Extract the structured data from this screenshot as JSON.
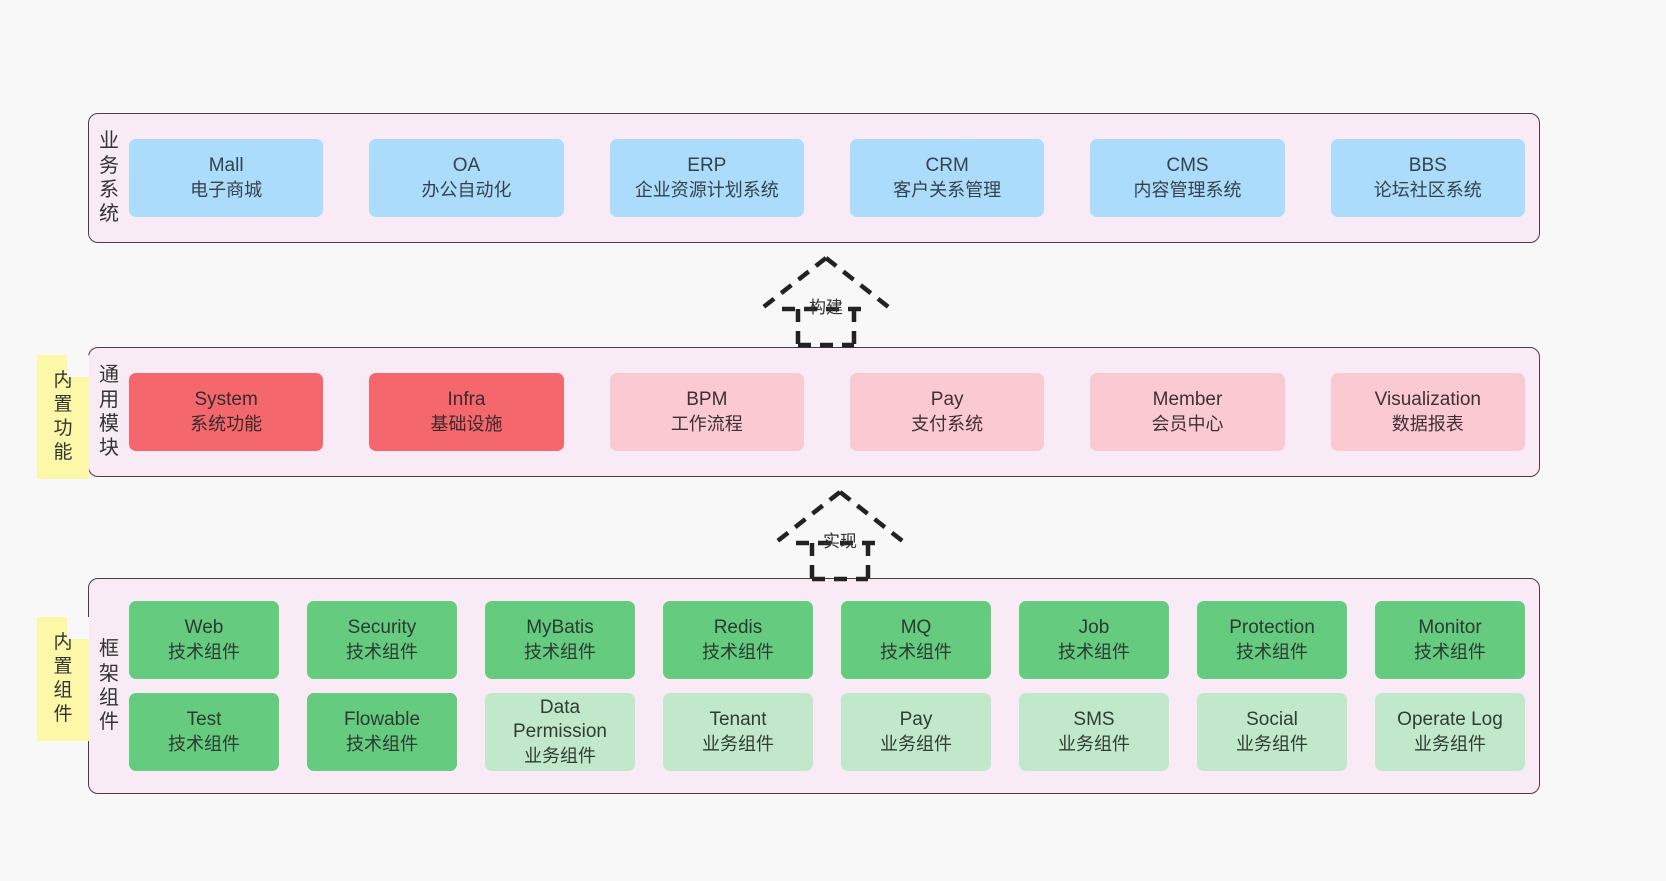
{
  "diagram": {
    "background": "#f8f8f8",
    "layer_bg": "#f9ebf6",
    "layer_border": "#4a3b44",
    "note_bg": "#fcf8a8",
    "colors": {
      "business": "#abdcfb",
      "module_core": "#f4676c",
      "module_opt": "#fbc9d2",
      "tech_component": "#65cb7f",
      "biz_component": "#c2e8cb"
    }
  },
  "layers": [
    {
      "id": "business-systems",
      "title": "业务系统",
      "note": null,
      "rows": [
        {
          "cards": [
            {
              "name": "Mall",
              "sub": "电子商城",
              "style": "c-blue"
            },
            {
              "name": "OA",
              "sub": "办公自动化",
              "style": "c-blue"
            },
            {
              "name": "ERP",
              "sub": "企业资源计划系统",
              "style": "c-blue"
            },
            {
              "name": "CRM",
              "sub": "客户关系管理",
              "style": "c-blue"
            },
            {
              "name": "CMS",
              "sub": "内容管理系统",
              "style": "c-blue"
            },
            {
              "name": "BBS",
              "sub": "论坛社区系统",
              "style": "c-blue"
            }
          ]
        }
      ]
    },
    {
      "id": "common-modules",
      "title": "通用模块",
      "note": "内置功能",
      "rows": [
        {
          "cards": [
            {
              "name": "System",
              "sub": "系统功能",
              "style": "c-red"
            },
            {
              "name": "Infra",
              "sub": "基础设施",
              "style": "c-red"
            },
            {
              "name": "BPM",
              "sub": "工作流程",
              "style": "c-pink"
            },
            {
              "name": "Pay",
              "sub": "支付系统",
              "style": "c-pink"
            },
            {
              "name": "Member",
              "sub": "会员中心",
              "style": "c-pink"
            },
            {
              "name": "Visualization",
              "sub": "数据报表",
              "style": "c-pink"
            }
          ]
        }
      ]
    },
    {
      "id": "framework-components",
      "title": "框架组件",
      "note": "内置组件",
      "rows": [
        {
          "cards": [
            {
              "name": "Web",
              "sub": "技术组件",
              "style": "c-green"
            },
            {
              "name": "Security",
              "sub": "技术组件",
              "style": "c-green"
            },
            {
              "name": "MyBatis",
              "sub": "技术组件",
              "style": "c-green"
            },
            {
              "name": "Redis",
              "sub": "技术组件",
              "style": "c-green"
            },
            {
              "name": "MQ",
              "sub": "技术组件",
              "style": "c-green"
            },
            {
              "name": "Job",
              "sub": "技术组件",
              "style": "c-green"
            },
            {
              "name": "Protection",
              "sub": "技术组件",
              "style": "c-green"
            },
            {
              "name": "Monitor",
              "sub": "技术组件",
              "style": "c-green"
            }
          ]
        },
        {
          "cards": [
            {
              "name": "Test",
              "sub": "技术组件",
              "style": "c-green"
            },
            {
              "name": "Flowable",
              "sub": "技术组件",
              "style": "c-green"
            },
            {
              "name": "Data Permission",
              "sub": "业务组件",
              "style": "c-greenlight"
            },
            {
              "name": "Tenant",
              "sub": "业务组件",
              "style": "c-greenlight"
            },
            {
              "name": "Pay",
              "sub": "业务组件",
              "style": "c-greenlight"
            },
            {
              "name": "SMS",
              "sub": "业务组件",
              "style": "c-greenlight"
            },
            {
              "name": "Social",
              "sub": "业务组件",
              "style": "c-greenlight"
            },
            {
              "name": "Operate Log",
              "sub": "业务组件",
              "style": "c-greenlight"
            }
          ]
        }
      ]
    }
  ],
  "connectors": [
    {
      "id": "build",
      "label": "构建",
      "direction": "up"
    },
    {
      "id": "implement",
      "label": "实现",
      "direction": "up"
    }
  ]
}
